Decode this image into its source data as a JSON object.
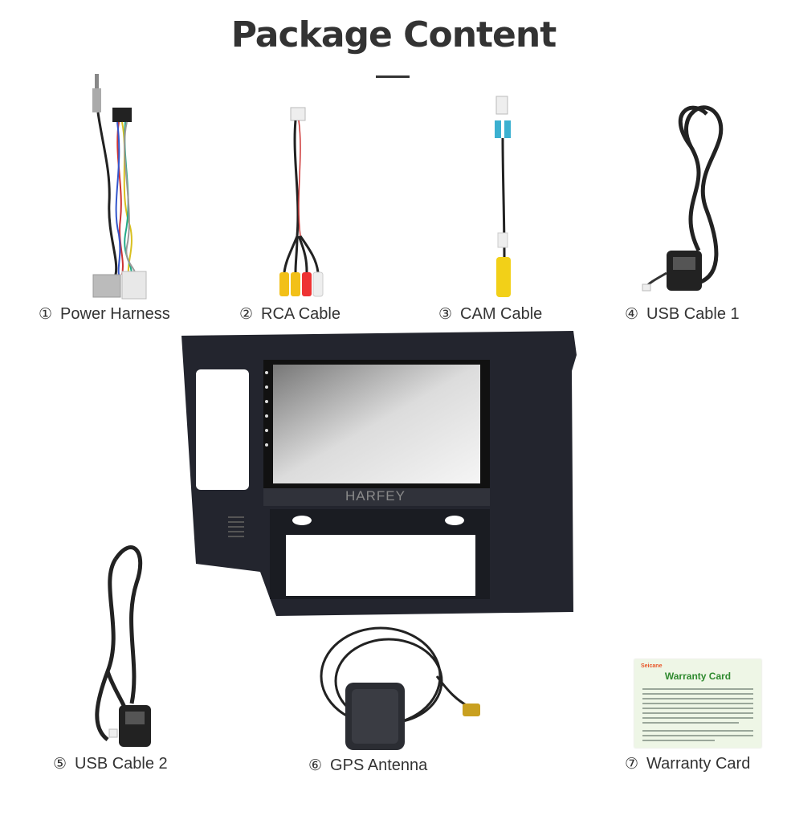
{
  "page": {
    "title": "Package Content"
  },
  "items": [
    {
      "num": "①",
      "label": "Power Harness"
    },
    {
      "num": "②",
      "label": "RCA Cable"
    },
    {
      "num": "③",
      "label": "CAM Cable"
    },
    {
      "num": "④",
      "label": "USB Cable 1"
    },
    {
      "num": "⑤",
      "label": "USB Cable 2"
    },
    {
      "num": "⑥",
      "label": "GPS Antenna"
    },
    {
      "num": "⑦",
      "label": "Warranty Card"
    }
  ],
  "head_unit": {
    "brand": "HARFEY"
  },
  "warranty_card": {
    "brand": "Seicane",
    "title": "Warranty Card"
  }
}
